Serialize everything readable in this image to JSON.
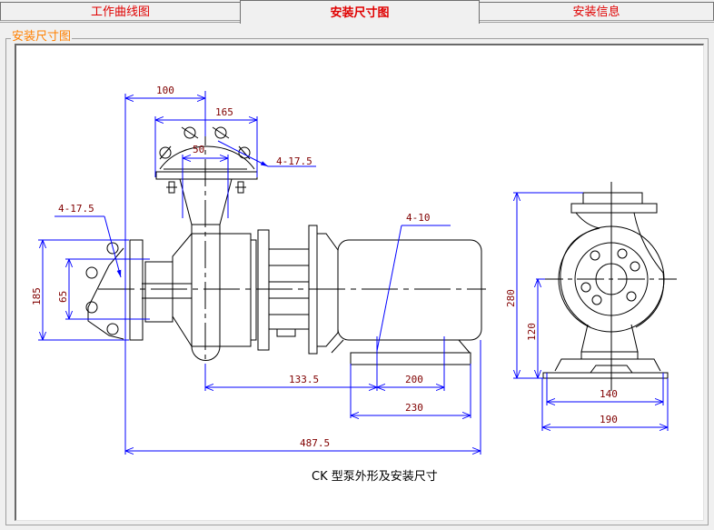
{
  "tabs": [
    {
      "label": "工作曲线图",
      "active": false
    },
    {
      "label": "安装尺寸图",
      "active": true
    },
    {
      "label": "安装信息",
      "active": false
    }
  ],
  "group": {
    "title": "安装尺寸图"
  },
  "drawing": {
    "caption": "CK 型泵外形及安装尺寸",
    "line_color": "#000000",
    "dim_color": "#0000ff",
    "dim_text_color": "#800000",
    "dimensions": {
      "outlet_offset": "100",
      "outlet_flange_width": "165",
      "outlet_bore": "50",
      "outlet_holes": "4-17.5",
      "inlet_holes": "4-17.5",
      "inlet_flange_height": "185",
      "inlet_bore": "65",
      "motor_holes": "4-10",
      "pump_to_foot": "133.5",
      "foot_holes_spacing": "200",
      "foot_width": "230",
      "overall_length": "487.5",
      "overall_height": "280",
      "shaft_center_height": "120",
      "base_hole_spacing": "140",
      "base_width": "190"
    }
  }
}
